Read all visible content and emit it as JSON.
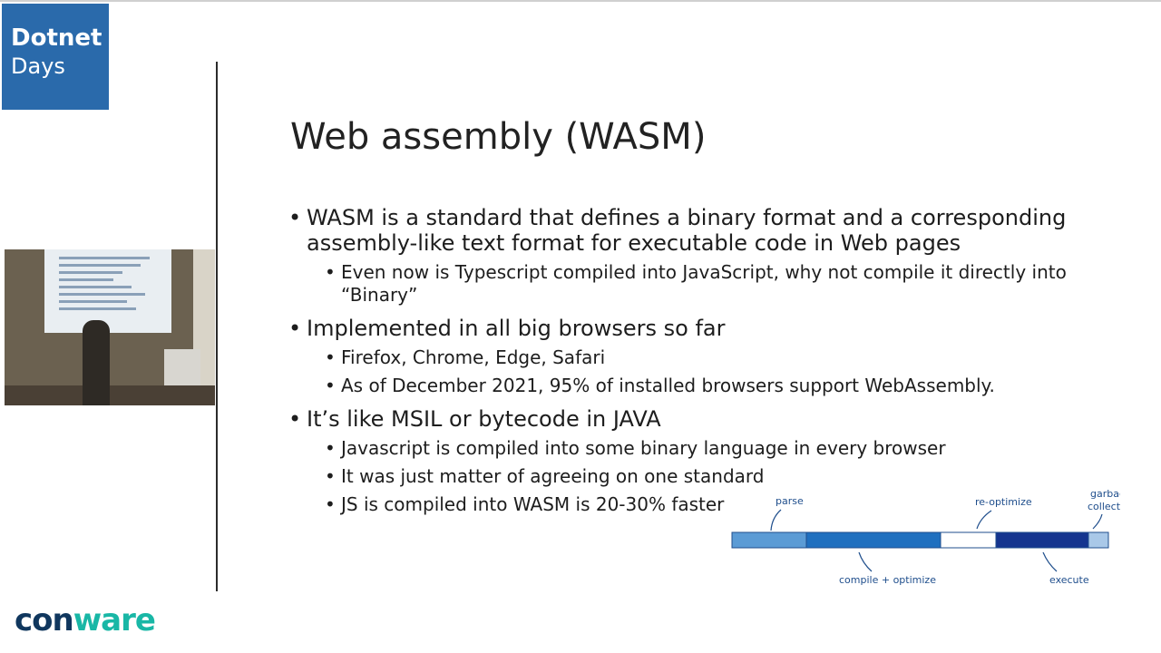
{
  "brand": {
    "line1": "Dotnet",
    "line2": "Days"
  },
  "slide": {
    "title": "Web assembly (WASM)",
    "bullets": [
      {
        "text": "WASM is a standard that defines a binary format and a corresponding assembly-like text format for executable code in Web pages",
        "sub": [
          "Even now is Typescript compiled into JavaScript, why not compile it directly into “Binary”"
        ]
      },
      {
        "text": "Implemented in all big browsers so far",
        "sub": [
          "Firefox, Chrome, Edge, Safari",
          "As of December 2021, 95% of installed browsers support WebAssembly."
        ]
      },
      {
        "text": "It’s like MSIL or bytecode in JAVA",
        "sub": [
          "Javascript is compiled into some binary language in every browser",
          "It was just matter of agreeing on one standard",
          "JS is compiled into WASM is 20-30% faster"
        ]
      }
    ]
  },
  "diagram": {
    "labels": {
      "parse": "parse",
      "reoptimize": "re-optimize",
      "garbage1": "garbage",
      "garbage2": "collection",
      "compile": "compile + optimize",
      "execute": "execute"
    },
    "colors": {
      "light": "#5b9bd5",
      "mid": "#1f6fbf",
      "dark": "#15358f",
      "pale": "#a9c8e8",
      "ink": "#1f4e8c"
    }
  },
  "footer": {
    "logo_part1": "con",
    "logo_part2": "ware"
  }
}
